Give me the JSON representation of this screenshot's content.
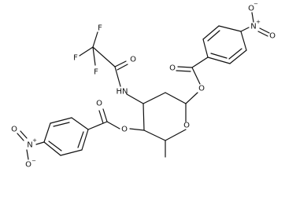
{
  "labels": {
    "f1": "F",
    "f2": "F",
    "f3": "F",
    "o_amide": "O",
    "nh": "HN",
    "o_ester_right": "O",
    "o_carbonyl_right": "O",
    "o_ester_left": "O",
    "o_carbonyl_left": "O",
    "o_ring": "O",
    "nitro_right_n": "N",
    "nitro_right_charge_n": "+",
    "nitro_right_o_top": "O",
    "nitro_right_charge_o": "−",
    "nitro_right_o_bottom": "O",
    "nitro_left_n": "N",
    "nitro_left_charge_n": "+",
    "nitro_left_o_top": "O",
    "nitro_left_charge_o": "−",
    "nitro_left_o_bottom": "O"
  }
}
